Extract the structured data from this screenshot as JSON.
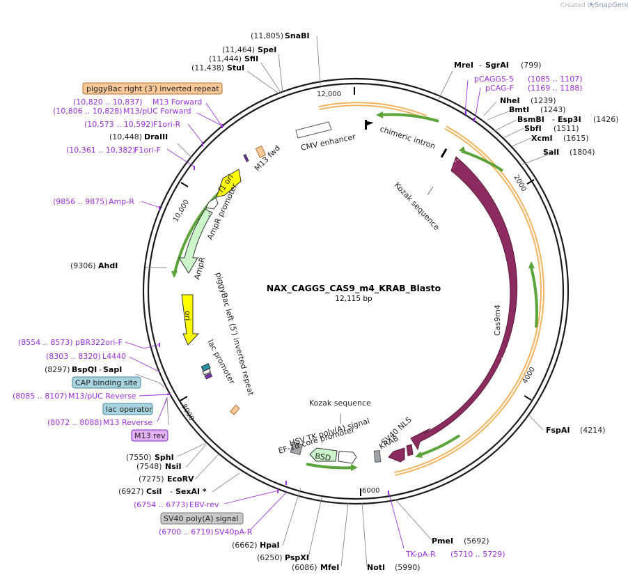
{
  "header": {
    "created_by": "Created by",
    "brand": "SnapGene"
  },
  "plasmid": {
    "name": "NAX_CAGGS_CAS9_m4_KRAB_Blasto",
    "length_label": "12,115 bp"
  },
  "ticks": [
    "12,000",
    "2000",
    "4000",
    "6000",
    "8000",
    "10,000"
  ],
  "sites": [
    {
      "pos": "(11,805)",
      "name": "SnaBI"
    },
    {
      "pos": "(11,464)",
      "name": "SpeI"
    },
    {
      "pos": "(11,444)",
      "name": "SfiI"
    },
    {
      "pos": "(11,438)",
      "name": "StuI"
    },
    {
      "pos": "(10,448)",
      "name": "DraIII"
    },
    {
      "pos": "(9306)",
      "name": "AhdI"
    },
    {
      "pos": "(8297)",
      "name": "BspQI",
      "name2": "SapI"
    },
    {
      "pos": "(7550)",
      "name": "SphI"
    },
    {
      "pos": "(7548)",
      "name": "NsiI"
    },
    {
      "pos": "(7275)",
      "name": "EcoRV"
    },
    {
      "pos": "(6927)",
      "name": "CsiI",
      "name2": "SexAI *"
    },
    {
      "pos": "(6662)",
      "name": "HpaI"
    },
    {
      "pos": "(6250)",
      "name": "PspXI"
    },
    {
      "pos": "(6086)",
      "name": "MfeI"
    },
    {
      "pos": "(5990)",
      "name": "NotI"
    },
    {
      "pos": "(5692)",
      "name": "PmeI"
    },
    {
      "pos": "(4214)",
      "name": "FspAI"
    },
    {
      "pos": "(1804)",
      "name": "SalI"
    },
    {
      "pos": "(1615)",
      "name": "XcmI"
    },
    {
      "pos": "(1511)",
      "name": "SbfI"
    },
    {
      "pos": "(1426)",
      "name": "BsmBI",
      "name2": "Esp3I"
    },
    {
      "pos": "(1243)",
      "name": "BmtI"
    },
    {
      "pos": "(1239)",
      "name": "NheI"
    },
    {
      "pos": "(799)",
      "name": "MreI",
      "name2": "SgrAI"
    }
  ],
  "primers": [
    {
      "range": "(10,820 .. 10,837)",
      "name": "M13 Forward"
    },
    {
      "range": "(10,806 .. 10,828)",
      "name": "M13/pUC Forward"
    },
    {
      "range": "(10,573 .. 10,592)",
      "name": "F1ori-R"
    },
    {
      "range": "(10,361 .. 10,382)",
      "name": "F1ori-F"
    },
    {
      "range": "(9856 .. 9875)",
      "name": "Amp-R"
    },
    {
      "range": "(8554 .. 8573)",
      "name": "pBR322ori-F"
    },
    {
      "range": "(8303 .. 8320)",
      "name": "L4440"
    },
    {
      "range": "(8085 .. 8107)",
      "name": "M13/pUC Reverse"
    },
    {
      "range": "(8072 .. 8088)",
      "name": "M13 Reverse"
    },
    {
      "range": "(6754 .. 6773)",
      "name": "EBV-rev"
    },
    {
      "range": "(6700 .. 6719)",
      "name": "SV40pA-R"
    },
    {
      "range": "(1085 .. 1107)",
      "name": "pCAGGS-5"
    },
    {
      "range": "(1169 .. 1188)",
      "name": "pCAG-F"
    },
    {
      "range": "(5710 .. 5729)",
      "name": "TK-pA-R"
    }
  ],
  "tag_boxes": {
    "piggybac_right": "piggyBac right (3′) inverted repeat",
    "cap_binding": "CAP binding site",
    "lac_operator": "lac operator",
    "m13_rev": "M13 rev",
    "sv40_polya": "SV40 poly(A) signal"
  },
  "features": {
    "cmv_enhancer": "CMV enhancer",
    "chimeric_intron": "chimeric intron",
    "kozak_top": "Kozak sequence",
    "m13_fwd": "M13 fwd",
    "f1_ori": "f1 ori",
    "ampr_promoter": "AmpR promoter",
    "ampr": "AmpR",
    "piggybac_left": "piggyBac left (5′) inverted repeat",
    "ori": "ori",
    "lac_promoter": "lac promoter",
    "cas9m4": "Cas9m4",
    "kozak_bottom": "Kozak sequence",
    "hsv_tk": "HSV TK poly(A) signal",
    "ef1a": "EF-1α core promoter",
    "sv40_nls": "SV40 NLS",
    "krab": "KRAB",
    "bsd": "BSD"
  },
  "colors": {
    "backbone": "#1a1a1a",
    "cas9": "#8c2b5f",
    "green_arrow": "#5aa43a",
    "orange_arc": "#f2b35c",
    "yellow_feature": "#ffff00",
    "ampr_fill": "#ccf5cc",
    "primer_purple": "#9b30d9",
    "tag_orange": "#fbc999",
    "tag_blue": "#a9d4df",
    "tag_purple": "#e3b0f5",
    "tag_gray": "#c8c8c8"
  }
}
